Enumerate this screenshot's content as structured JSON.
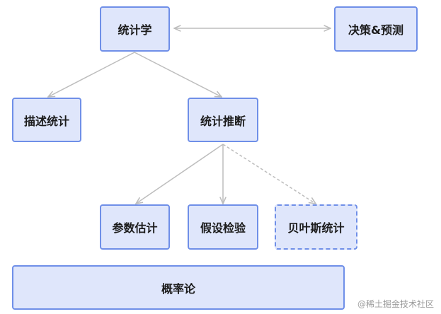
{
  "nodes": {
    "statistics": "统计学",
    "decision": "决策&预测",
    "descriptive": "描述统计",
    "inferential": "统计推断",
    "estimation": "参数估计",
    "hypothesis": "假设检验",
    "bayesian": "贝叶斯统计",
    "probability": "概率论"
  },
  "watermark": "@稀土掘金技术社区",
  "colors": {
    "node_fill": "#dfe6fb",
    "node_border": "#6f8fe8",
    "arrow": "#bdbdbd"
  }
}
